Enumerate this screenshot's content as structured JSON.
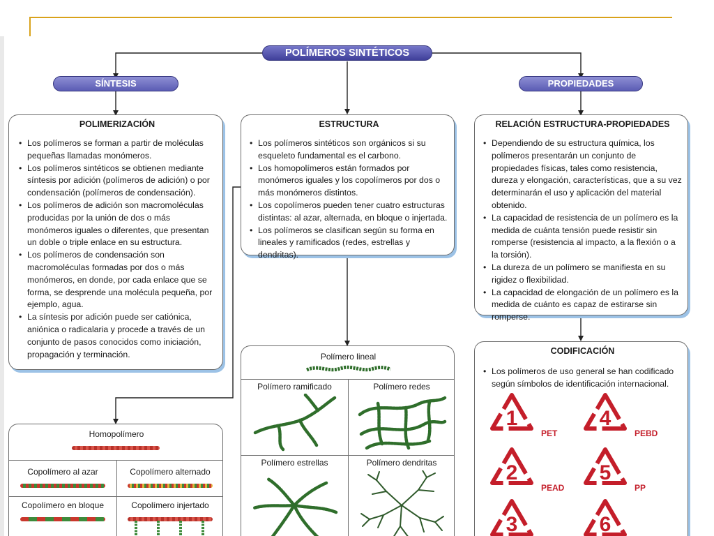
{
  "title": "POLÍMEROS SINTÉTICOS",
  "branches": {
    "synthesis": "SÍNTESIS",
    "properties": "PROPIEDADES"
  },
  "polymerization": {
    "heading": "POLIMERIZACIÓN",
    "bullets": [
      "Los polímeros se forman a partir de moléculas pequeñas llamadas monómeros.",
      "Los polímeros sintéticos se obtienen mediante síntesis por adición (polímeros de adición) o por condensación (polímeros de condensación).",
      "Los polímeros de adición son macromoléculas producidas por la unión de dos o más monómeros iguales o diferentes, que presentan un doble o triple enlace en su estructura.",
      "Los polímeros de condensación son macromoléculas formadas por dos o más monómeros, en donde, por cada enlace que se forma, se desprende una molécula pequeña, por ejemplo, agua.",
      "La síntesis por adición puede ser catiónica, aniónica o radicalaria y procede a través de un conjunto de pasos conocidos como iniciación, propagación y terminación."
    ]
  },
  "structure": {
    "heading": "ESTRUCTURA",
    "bullets": [
      "Los polímeros sintéticos son orgánicos si su esqueleto fundamental es el carbono.",
      "Los homopolímeros están formados por monómeros iguales y los copolímeros por dos o más monómeros distintos.",
      "Los copolímeros pueden tener cuatro estructuras distintas: al azar, alternada, en bloque o injertada.",
      "Los polímeros se clasifican según su forma en lineales y ramificados (redes, estrellas y dendritas)."
    ]
  },
  "relation": {
    "heading": "RELACIÓN ESTRUCTURA-PROPIEDADES",
    "bullets": [
      "Dependiendo de su estructura química, los polímeros presentarán un conjunto de propiedades físicas, tales como resistencia, dureza y elongación, características, que a su vez determinarán el uso y aplicación del material obtenido.",
      "La capacidad de resistencia de un polímero es la medida de cuánta tensión puede resistir sin romperse (resistencia al impacto, a la flexión o a la torsión).",
      "La dureza de un polímero se manifiesta en su rigidez o flexibilidad.",
      "La capacidad de elongación de un polímero es la medida de cuánto es capaz de estirarse sin romperse."
    ]
  },
  "shapes": {
    "linear": "Polímero lineal",
    "branched": "Polímero ramificado",
    "network": "Polímero redes",
    "star": "Polímero estrellas",
    "dendrite": "Polímero dendritas"
  },
  "copolymers": {
    "homo": "Homopolímero",
    "random": "Copolímero al azar",
    "alternating": "Copolímero alternado",
    "block": "Copolímero en bloque",
    "graft": "Copolímero injertado"
  },
  "coding": {
    "heading": "CODIFICACIÓN",
    "bullets": [
      "Los polímeros de uso general se han codificado según símbolos de identificación internacional."
    ],
    "codes": [
      {
        "number": "1",
        "label": "PET"
      },
      {
        "number": "4",
        "label": "PEBD"
      },
      {
        "number": "2",
        "label": "PEAD"
      },
      {
        "number": "5",
        "label": "PP"
      },
      {
        "number": "3",
        "label": ""
      },
      {
        "number": "6",
        "label": ""
      }
    ],
    "color": "#c41e2a"
  }
}
